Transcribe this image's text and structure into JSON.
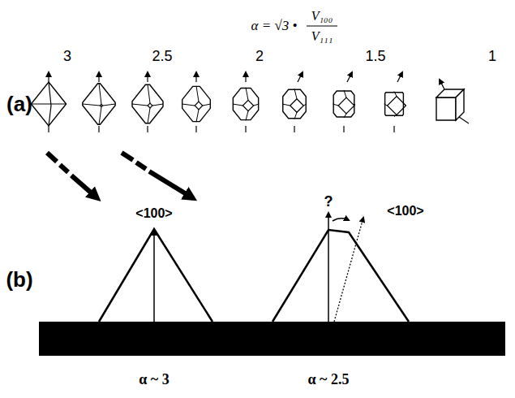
{
  "diagram": {
    "labels": [
      "α = √3 •",
      "V₁₀₀",
      "V₁₁₁",
      "3",
      "2.5",
      "2",
      "1.5",
      "1",
      "(a)",
      "<100>",
      "?",
      "<100>",
      "(b)",
      "α ~ 3",
      "α ~ 2.5"
    ]
  }
}
